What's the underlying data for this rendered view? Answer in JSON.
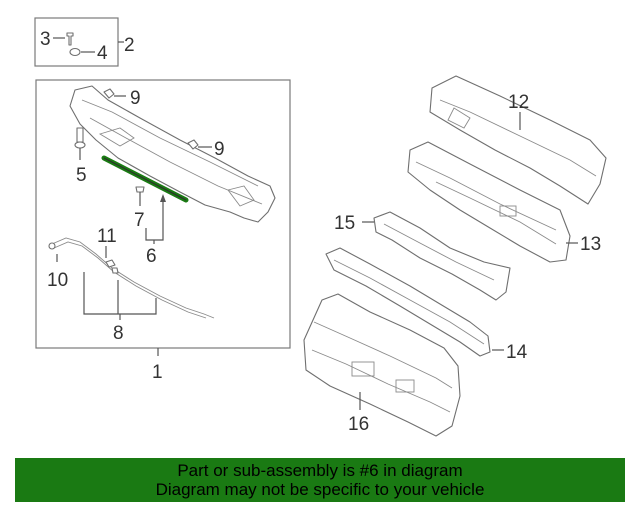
{
  "callouts": {
    "c1": "1",
    "c2": "2",
    "c3": "3",
    "c4": "4",
    "c5": "5",
    "c6": "6",
    "c7": "7",
    "c8": "8",
    "c9a": "9",
    "c9b": "9",
    "c10": "10",
    "c11": "11",
    "c12": "12",
    "c13": "13",
    "c14": "14",
    "c15": "15",
    "c16": "16"
  },
  "banner": {
    "line1": "Part or sub-assembly is #6 in diagram",
    "line2": "Diagram may not be specific to your vehicle"
  },
  "colors": {
    "banner_bg": "#1a7a13",
    "highlight_part": "#1a7a13"
  }
}
